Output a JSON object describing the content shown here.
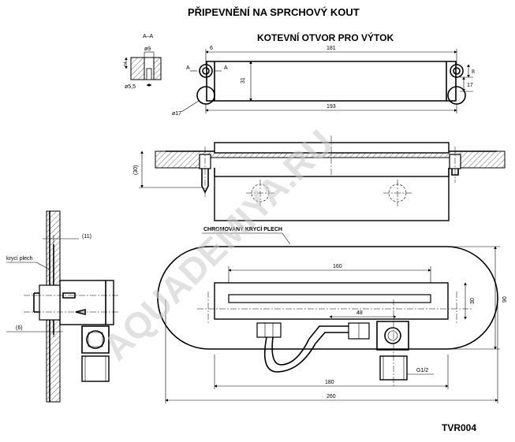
{
  "titles": {
    "main": "PŘIPEVNĚNÍ NA SPRCHOVÝ KOUT",
    "section": "A–A",
    "anchor_hole": "KOTEVNÍ OTVOR PRO VÝTOK",
    "cover_plate": "CHROMOVANÝ KRYCÍ PLECH",
    "cover_short": "krycí plech",
    "code": "TVR004"
  },
  "section_dims": {
    "d9": "ø9",
    "h7": "7",
    "d55": "ø5,5"
  },
  "top_view_dims": {
    "w181": "181",
    "w193": "193",
    "h31": "31",
    "w6": "6",
    "h8": "8",
    "h17": "17",
    "d17": "ø17",
    "cutA1": "A",
    "cutA2": "A"
  },
  "side_view_dims": {
    "h30": "(30)"
  },
  "left_view_dims": {
    "d11": "(11)",
    "d6": "(6)"
  },
  "front_view_dims": {
    "w160": "160",
    "w48": "48",
    "h30": "30",
    "h90": "90",
    "w180": "180",
    "w260": "260",
    "thread": "G1/2"
  },
  "watermark": "AQUADEMIYA.RU"
}
